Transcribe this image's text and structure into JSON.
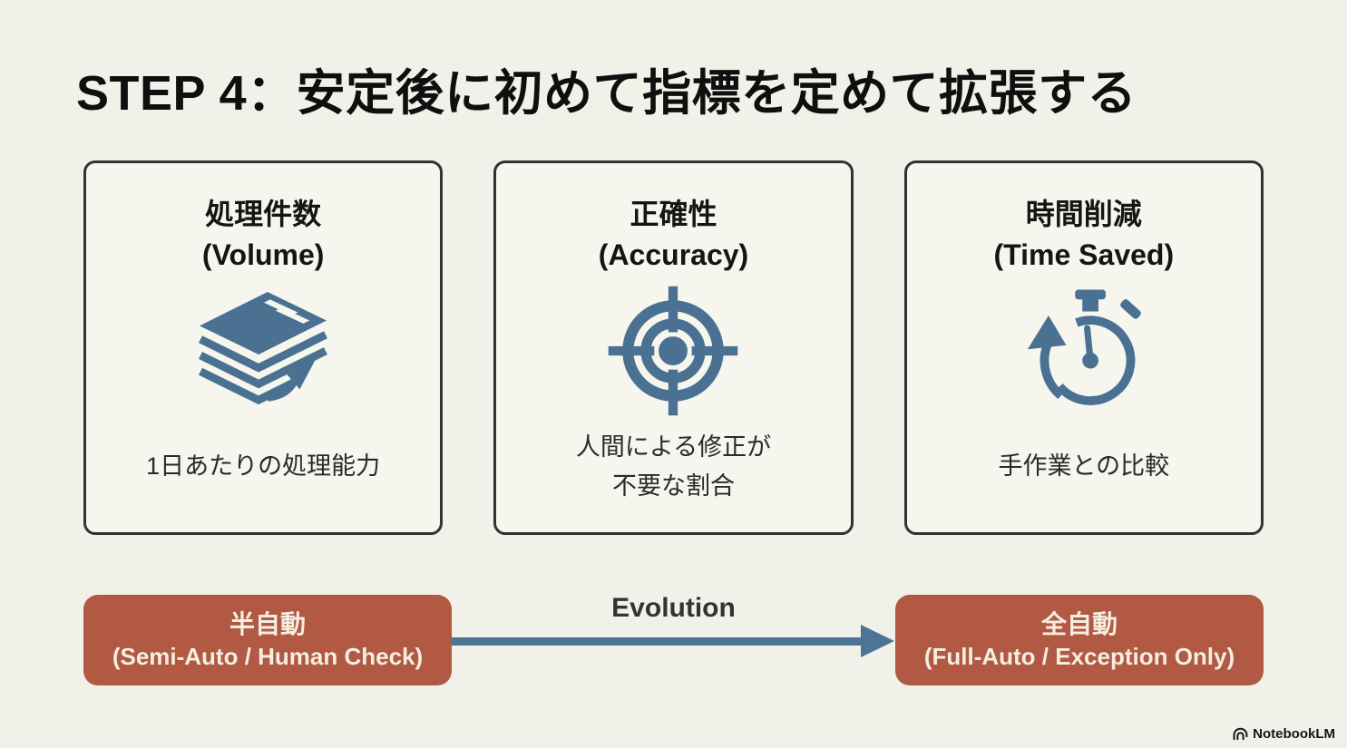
{
  "title": "STEP 4：安定後に初めて指標を定めて拡張する",
  "cards": [
    {
      "title": "処理件数\n(Volume)",
      "icon": "document-stack-icon",
      "caption": "1日あたりの処理能力"
    },
    {
      "title": "正確性\n(Accuracy)",
      "icon": "target-icon",
      "caption": "人間による修正が\n不要な割合"
    },
    {
      "title": "時間削減\n(Time Saved)",
      "icon": "stopwatch-icon",
      "caption": "手作業との比較"
    }
  ],
  "flow": {
    "label": "Evolution",
    "from": {
      "line1": "半自動",
      "line2": "(Semi-Auto / Human Check)"
    },
    "to": {
      "line1": "全自動",
      "line2": "(Full-Auto / Exception Only)"
    }
  },
  "footer": {
    "brand": "NotebookLM"
  },
  "colors": {
    "background": "#f2f1e9",
    "card_background": "#f6f5ee",
    "card_border": "#2f342e",
    "icon_blue": "#4a7192",
    "arrow_blue": "#4d7494",
    "box_red": "#b15942",
    "box_text": "#f5eee2",
    "title_text": "#0e0f0e"
  }
}
